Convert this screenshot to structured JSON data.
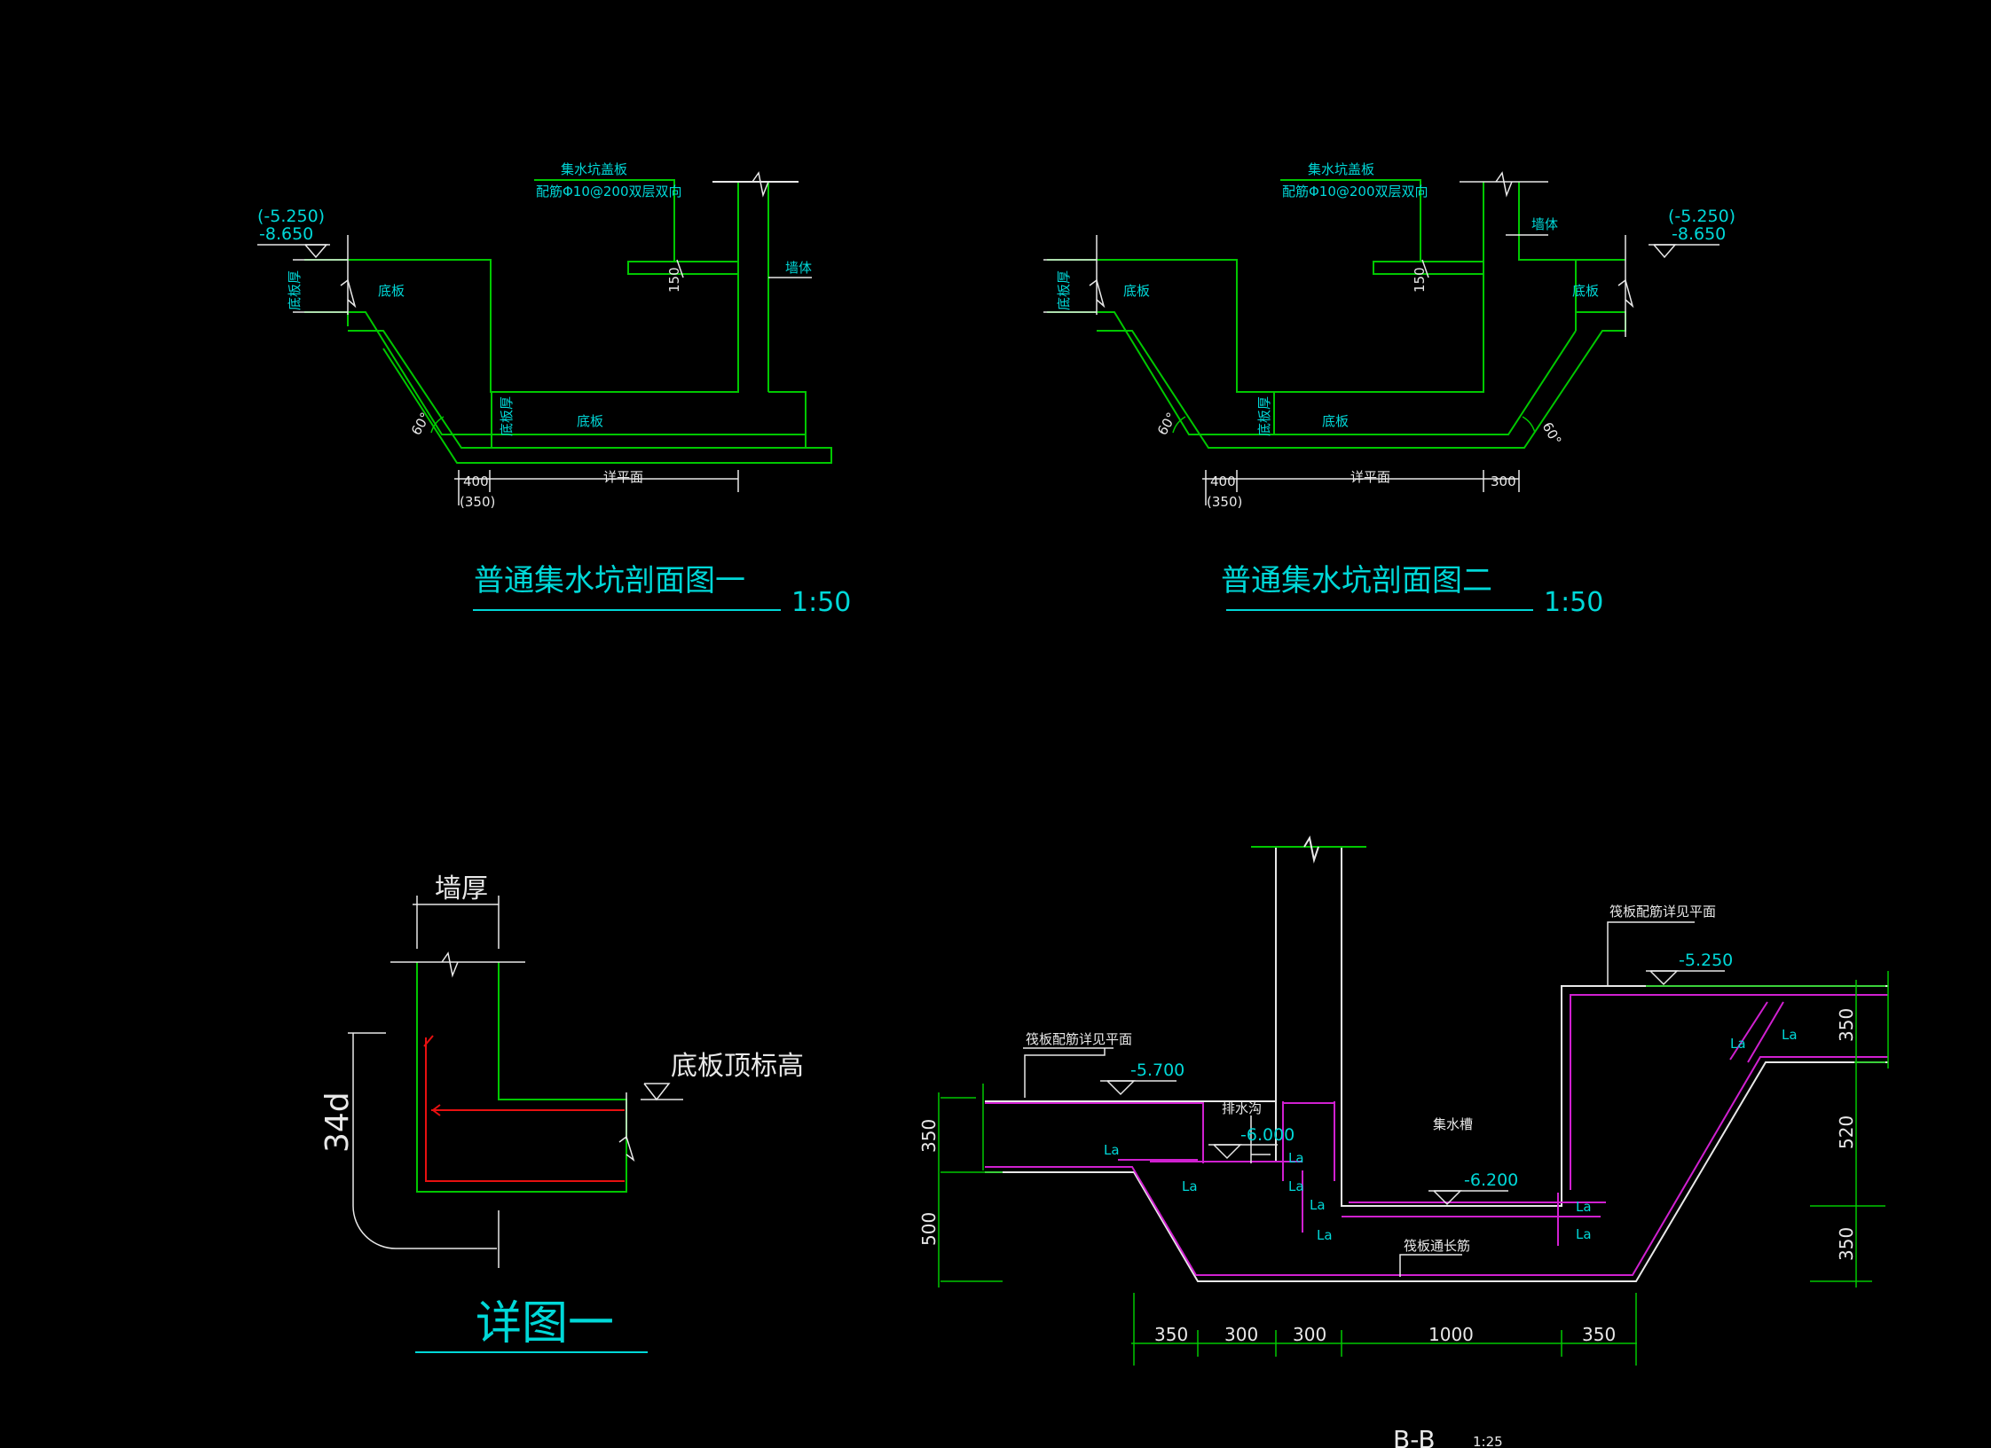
{
  "colors": {
    "background": "#000000",
    "structure": "#00c800",
    "text_cyan": "#00d8d8",
    "line_white": "#e8e8e8",
    "rebar_magenta": "#d020d0",
    "rebar_red": "#e81010"
  },
  "section1": {
    "cover_note_line1": "集水坑盖板",
    "cover_note_line2": "配筋Φ10@200双层双向",
    "elev_alt": "(-5.250)",
    "elev_main": "-8.650",
    "slab_thk": "底板厚",
    "slab_left": "底板",
    "slab_bottom": "底板",
    "slab_thk_pit": "底板厚",
    "angle": "60°",
    "dim_150": "150",
    "wall": "墙体",
    "dim_400": "400",
    "dim_350": "(350)",
    "dim_plan": "详平面",
    "title": "普通集水坑剖面图一",
    "scale": "1:50"
  },
  "section2": {
    "cover_note_line1": "集水坑盖板",
    "cover_note_line2": "配筋Φ10@200双层双向",
    "elev_alt": "(-5.250)",
    "elev_main": "-8.650",
    "slab_thk": "底板厚",
    "slab_left": "底板",
    "slab_right": "底板",
    "slab_bottom": "底板",
    "slab_thk_pit": "底板厚",
    "angle_left": "60°",
    "angle_right": "60°",
    "dim_150": "150",
    "wall": "墙体",
    "dim_400": "400",
    "dim_350": "(350)",
    "dim_plan": "详平面",
    "dim_300": "300",
    "title": "普通集水坑剖面图二",
    "scale": "1:50"
  },
  "detail1": {
    "wall_thk": "墙厚",
    "anchor": "34d",
    "slab_top": "底板顶标高",
    "title": "详图一"
  },
  "section_bb": {
    "note_left": "筏板配筋详见平面",
    "note_right": "筏板配筋详见平面",
    "elev_5700": "-5.700",
    "elev_6000": "-6.000",
    "elev_6200": "-6.200",
    "elev_5250": "-5.250",
    "drain_ditch": "排水沟",
    "sump": "集水槽",
    "through_bar": "筏板通长筋",
    "la": "La",
    "dim_left_350": "350",
    "dim_left_500": "500",
    "dim_right_350_top": "350",
    "dim_right_520": "520",
    "dim_right_350_bot": "350",
    "dims_bottom": [
      "350",
      "300",
      "300",
      "1000",
      "350"
    ],
    "title": "B-B",
    "scale": "1:25"
  }
}
